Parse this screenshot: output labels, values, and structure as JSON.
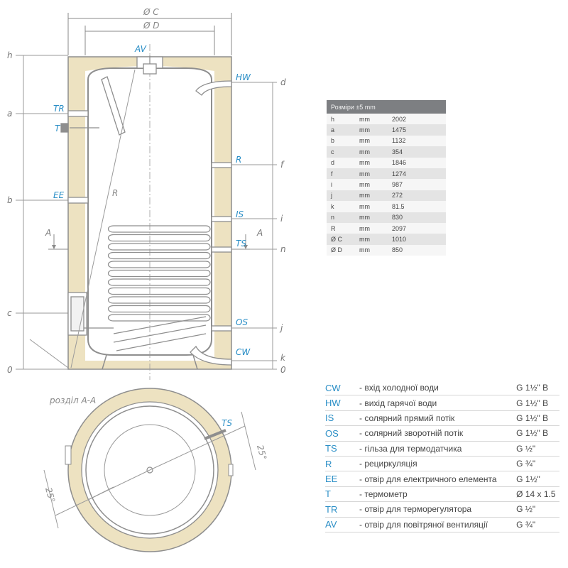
{
  "colors": {
    "insulation": "#ede2c1",
    "outline": "#8e8e8e",
    "accent": "#2a8ec6",
    "dimension": "#8a8a8a"
  },
  "diagram": {
    "top_labels": {
      "outer_diameter": "Ø C",
      "inner_diameter": "Ø D"
    },
    "left_levels": [
      "h",
      "a",
      "b",
      "c",
      "0"
    ],
    "right_levels": [
      "d",
      "f",
      "i",
      "n",
      "j",
      "k",
      "0"
    ],
    "connections_left": [
      "TR",
      "T",
      "EE"
    ],
    "connections_right": [
      "HW",
      "R",
      "IS",
      "TS",
      "OS",
      "CW"
    ],
    "top_connection": "AV",
    "radius_label": "R",
    "section_mark": "A",
    "section_title": "розділ А-А",
    "section_sensor_label": "TS",
    "angle_label": "25°"
  },
  "dimensions_table": {
    "header": "Розміри ±5 mm",
    "rows": [
      [
        "h",
        "mm",
        "2002"
      ],
      [
        "a",
        "mm",
        "1475"
      ],
      [
        "b",
        "mm",
        "1132"
      ],
      [
        "c",
        "mm",
        "354"
      ],
      [
        "d",
        "mm",
        "1846"
      ],
      [
        "f",
        "mm",
        "1274"
      ],
      [
        "i",
        "mm",
        "987"
      ],
      [
        "j",
        "mm",
        "272"
      ],
      [
        "k",
        "mm",
        "81.5"
      ],
      [
        "n",
        "mm",
        "830"
      ],
      [
        "R",
        "mm",
        "2097"
      ],
      [
        "Ø C",
        "mm",
        "1010"
      ],
      [
        "Ø D",
        "mm",
        "850"
      ]
    ]
  },
  "legend": [
    {
      "code": "CW",
      "desc": "- вхід холодної води",
      "size": "G 1½\" B"
    },
    {
      "code": "HW",
      "desc": "- вихід гарячої води",
      "size": "G 1½\" B"
    },
    {
      "code": "IS",
      "desc": "- солярний прямий потік",
      "size": "G 1½\" B"
    },
    {
      "code": "OS",
      "desc": "- солярний зворотній потік",
      "size": "G 1½\" B"
    },
    {
      "code": "TS",
      "desc": "- гільза для термодатчика",
      "size": "G ½\""
    },
    {
      "code": "R",
      "desc": "- рециркуляція",
      "size": "G ¾\""
    },
    {
      "code": "EE",
      "desc": "- отвір для електричного елемента",
      "size": "G 1½\""
    },
    {
      "code": "T",
      "desc": "- термометр",
      "size": "Ø 14 x 1.5"
    },
    {
      "code": "TR",
      "desc": "- отвір для терморегулятора",
      "size": "G ½\""
    },
    {
      "code": "AV",
      "desc": "- отвір для повітряної вентиляції",
      "size": "G ¾\""
    }
  ]
}
